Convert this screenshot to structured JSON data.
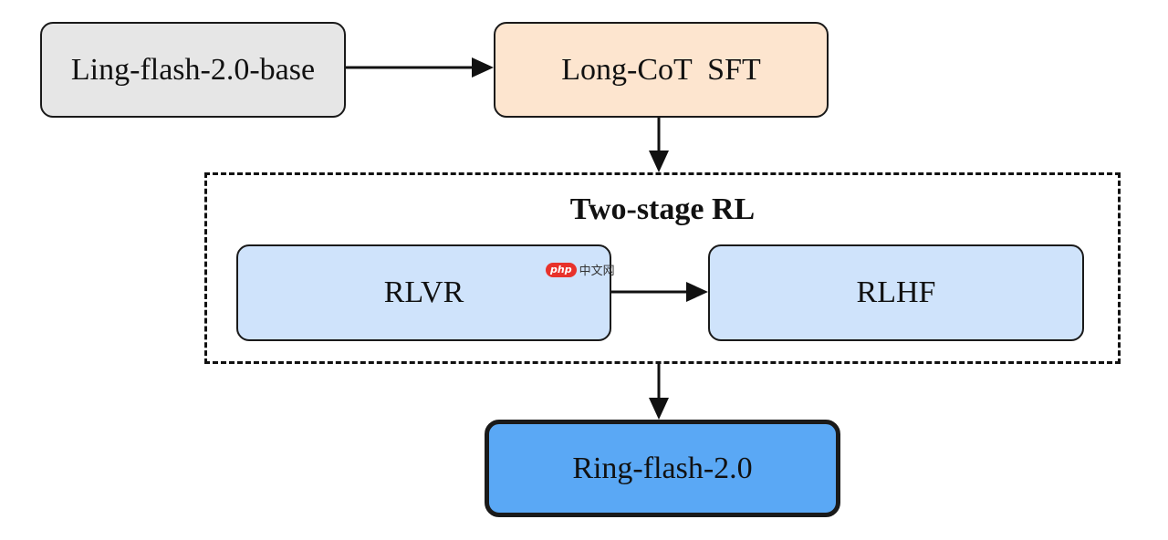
{
  "nodes": {
    "base": "Ling-flash-2.0-base",
    "sft": "Long-CoT  SFT",
    "rlvr": "RLVR",
    "rlhf": "RLHF",
    "final": "Ring-flash-2.0"
  },
  "group": {
    "title": "Two-stage RL"
  },
  "colors": {
    "base_fill": "#e6e6e6",
    "sft_fill": "#fde5cf",
    "rl_fill": "#cfe3fb",
    "final_fill": "#5aa8f5",
    "stroke": "#1a1a1a"
  },
  "watermark": {
    "logo": "php",
    "text": "中文网"
  }
}
